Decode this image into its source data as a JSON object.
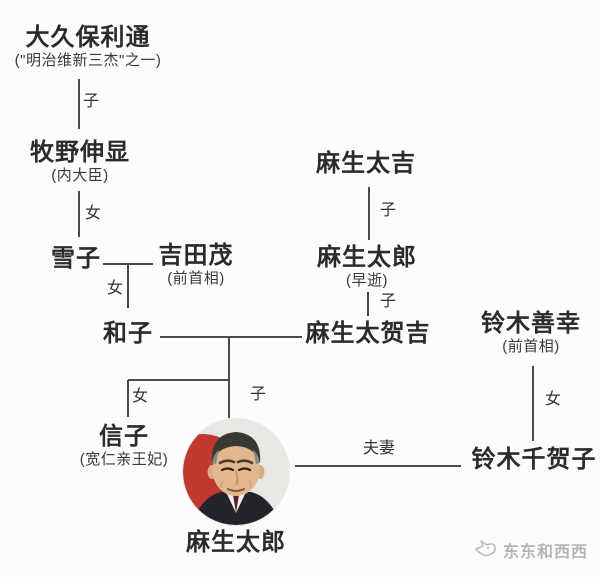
{
  "diagram": {
    "title_implicit": "麻生太郎家族关系图",
    "colors": {
      "background": "#fcfcfc",
      "line": "#4a4a4a",
      "text": "#2b2b2b",
      "sub_text": "#3a3a3a",
      "watermark": "#b5b5b5",
      "flag_red": "#c0392f",
      "flag_bg": "#e9e7e4"
    }
  },
  "people": {
    "okubo": {
      "name": "大久保利通",
      "sub": "(\"明治维新三杰\"之一)"
    },
    "makino": {
      "name": "牧野伸显",
      "sub": "(内大臣)"
    },
    "yukiko": {
      "name": "雪子"
    },
    "yoshida": {
      "name": "吉田茂",
      "sub": "(前首相)"
    },
    "kazuko": {
      "name": "和子"
    },
    "aso_takichi": {
      "name": "麻生太吉"
    },
    "aso_taro_sr": {
      "name": "麻生太郎",
      "sub": "(早逝)"
    },
    "aso_takakichi": {
      "name": "麻生太贺吉"
    },
    "suzuki_zenko": {
      "name": "铃木善幸",
      "sub": "(前首相)"
    },
    "nobuko": {
      "name": "信子",
      "sub": "(宽仁亲王妃)"
    },
    "suzuki_chikako": {
      "name": "铃木千贺子"
    },
    "aso_taro": {
      "name": "麻生太郎",
      "photo_icon": "aso-taro-portrait-photo"
    }
  },
  "relations": {
    "okubo_to_makino": "子",
    "makino_to_yukiko": "女",
    "yoshida_to_kazuko": "女",
    "takichi_to_taro_sr": "子",
    "taro_sr_to_takakichi": "子",
    "takakichi_to_nobuko": "女",
    "takakichi_to_taro": "子",
    "zenko_to_chikako": "女",
    "taro_and_chikako": "夫妻"
  },
  "watermark": {
    "label": "东东和西西",
    "icon": "bird-logo-icon"
  }
}
